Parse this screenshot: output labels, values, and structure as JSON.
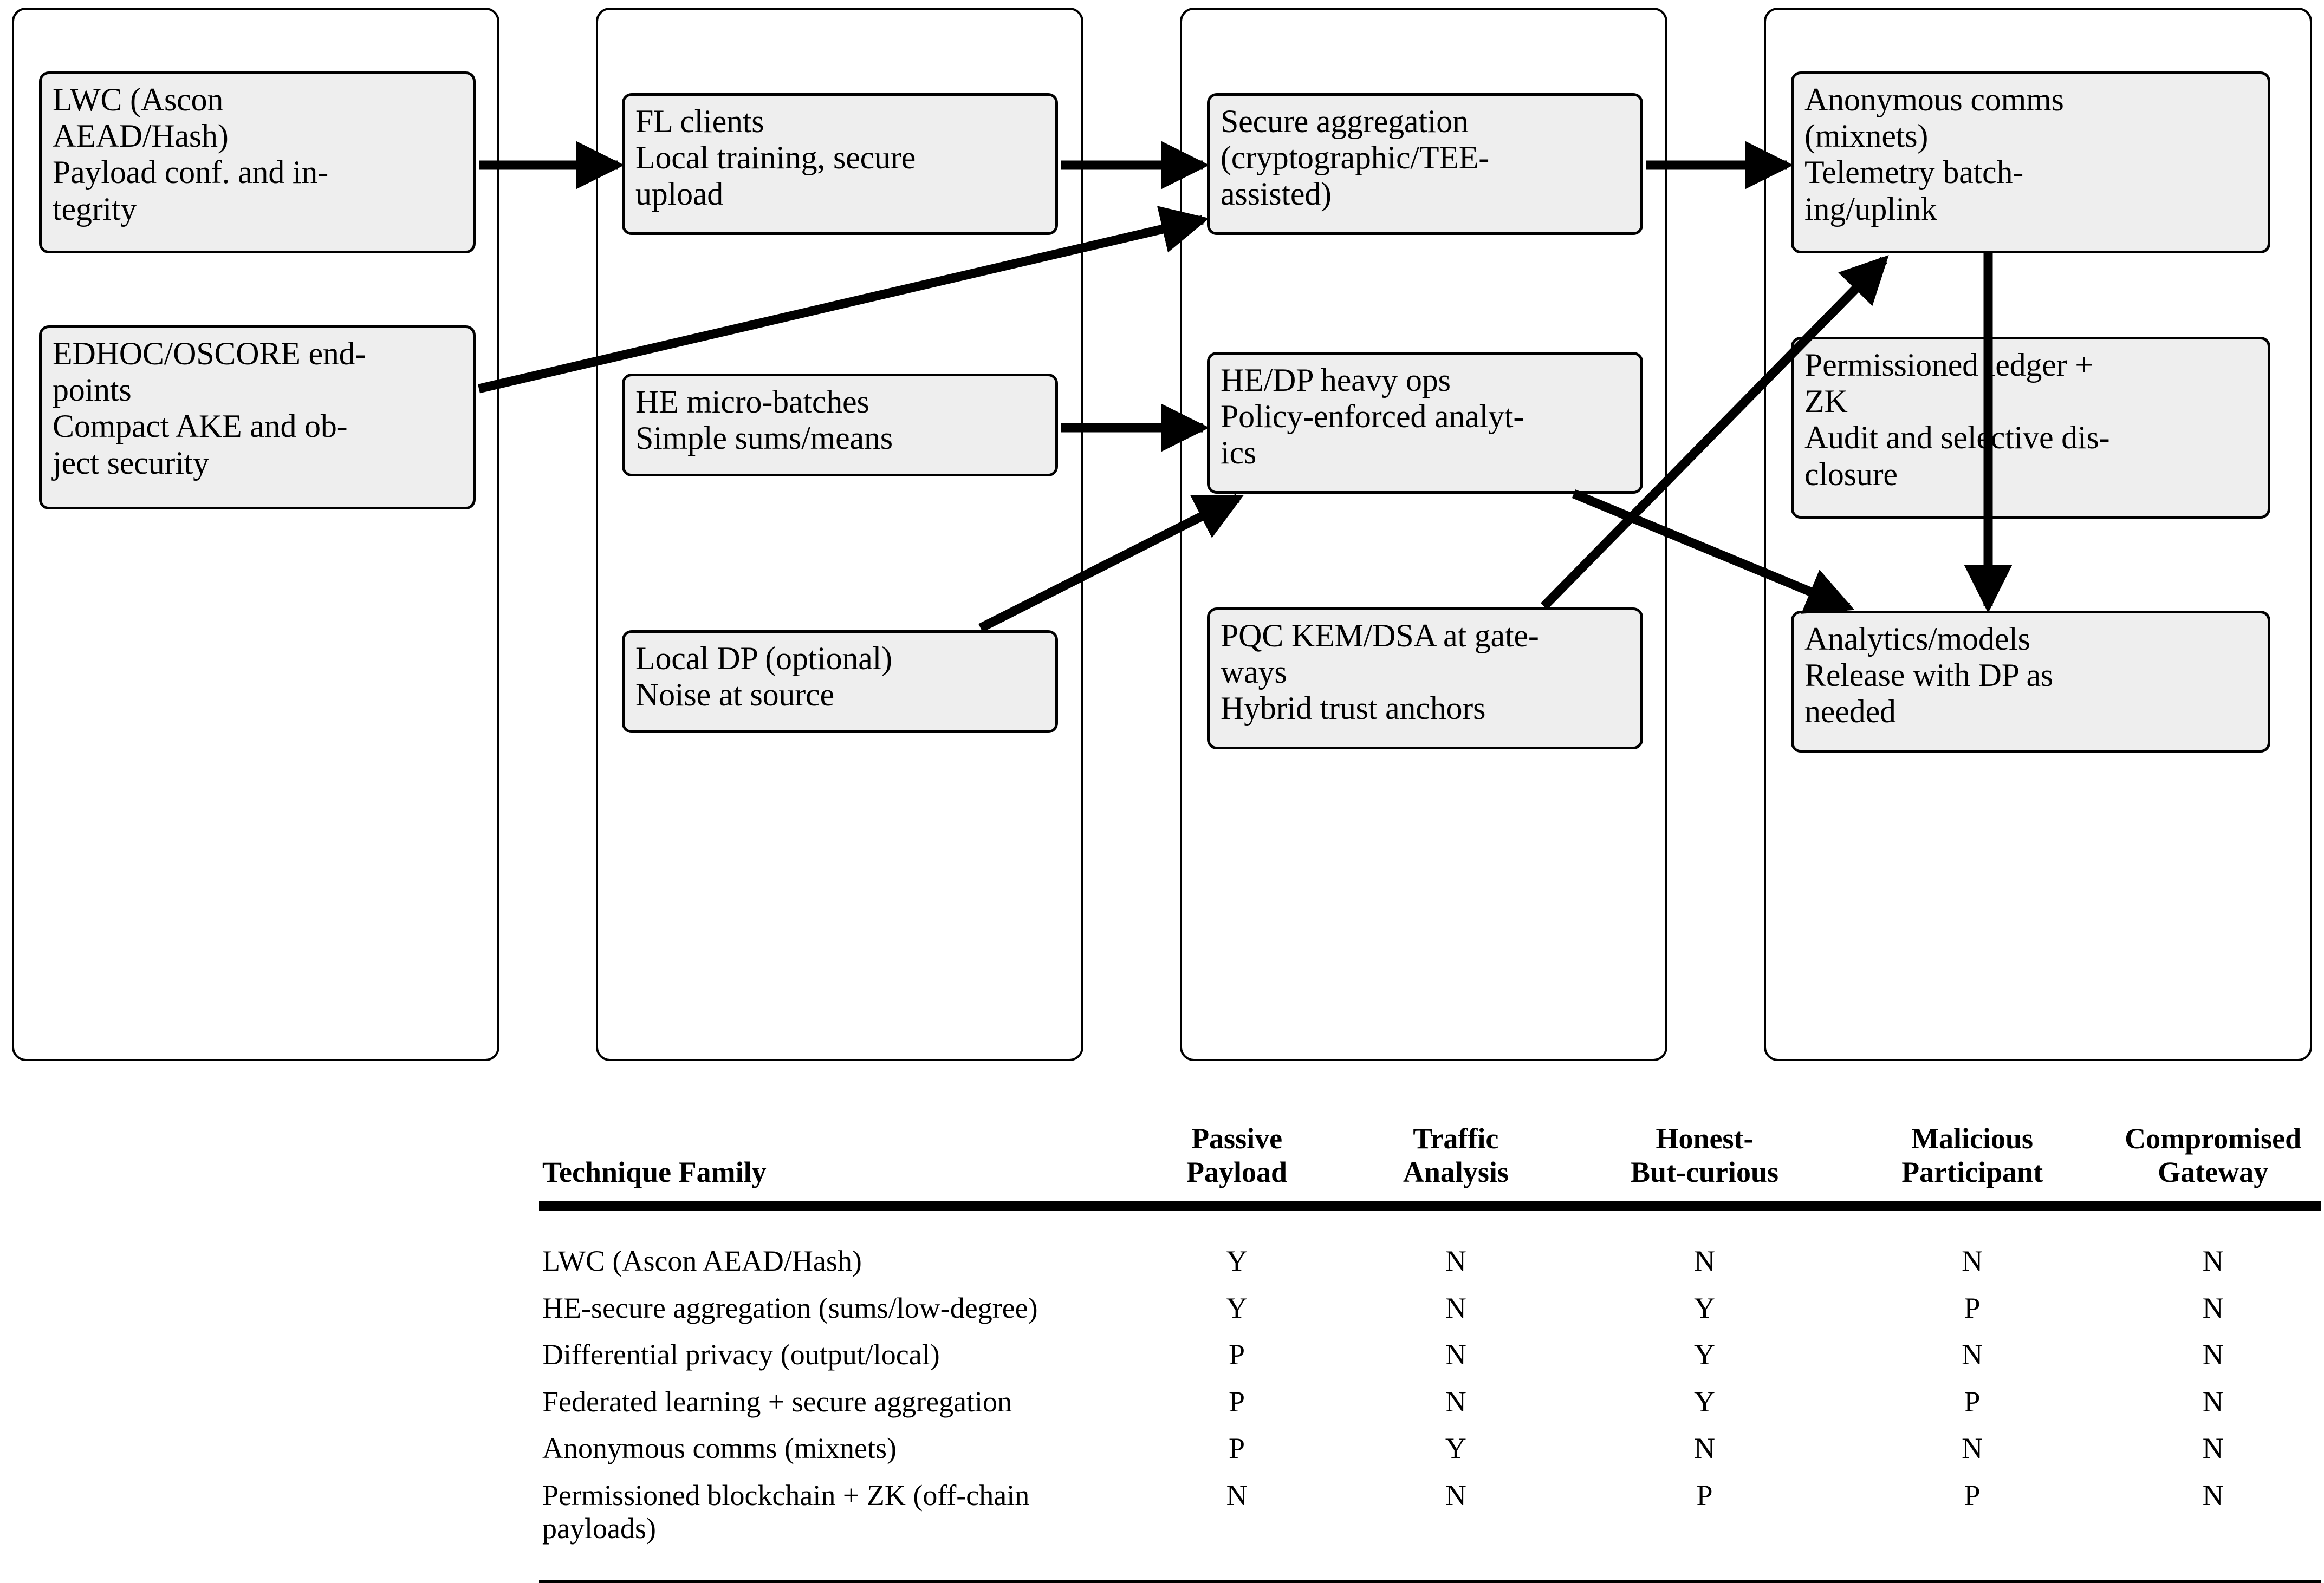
{
  "diagram": {
    "lanes": [
      {
        "name": "lane-1"
      },
      {
        "name": "lane-2"
      },
      {
        "name": "lane-3"
      },
      {
        "name": "lane-4"
      }
    ],
    "nodes": [
      {
        "id": "lwc",
        "lines": [
          "LWC (Ascon",
          "AEAD/Hash)",
          "Payload conf. and in-",
          "tegrity"
        ]
      },
      {
        "id": "edhoc",
        "lines": [
          "EDHOC/OSCORE end-",
          "points",
          "Compact AKE and ob-",
          "ject security"
        ]
      },
      {
        "id": "fl-clients",
        "lines": [
          "FL clients",
          "Local training, secure",
          "upload"
        ]
      },
      {
        "id": "he-micro",
        "lines": [
          "HE micro-batches",
          "Simple sums/means"
        ]
      },
      {
        "id": "local-dp",
        "lines": [
          "Local DP (optional)",
          "Noise at source"
        ]
      },
      {
        "id": "secure-agg",
        "lines": [
          "Secure aggregation",
          "(cryptographic/TEE-",
          "assisted)"
        ]
      },
      {
        "id": "he-dp-heavy",
        "lines": [
          "HE/DP heavy ops",
          "Policy-enforced analyt-",
          "ics"
        ]
      },
      {
        "id": "pqc",
        "lines": [
          "PQC KEM/DSA at gate-",
          "ways",
          "Hybrid trust anchors"
        ]
      },
      {
        "id": "anon-comms",
        "lines": [
          "Anonymous comms",
          "(mixnets)",
          "Telemetry batch-",
          "ing/uplink"
        ]
      },
      {
        "id": "ledger-zk",
        "lines": [
          "Permissioned ledger +",
          "ZK",
          "Audit and selective dis-",
          "closure"
        ]
      },
      {
        "id": "analytics",
        "lines": [
          "Analytics/models",
          "Release with DP as",
          "needed"
        ]
      }
    ],
    "edges": [
      {
        "from": "lwc",
        "to": "fl-clients",
        "style": "straight-horizontal"
      },
      {
        "from": "fl-clients",
        "to": "secure-agg",
        "style": "straight-horizontal"
      },
      {
        "from": "secure-agg",
        "to": "anon-comms",
        "style": "straight-horizontal"
      },
      {
        "from": "edhoc",
        "to": "secure-agg",
        "style": "diagonal-up"
      },
      {
        "from": "he-micro",
        "to": "he-dp-heavy",
        "style": "straight-horizontal"
      },
      {
        "from": "local-dp",
        "to": "he-dp-heavy",
        "style": "diagonal-up"
      },
      {
        "from": "pqc",
        "to": "anon-comms",
        "style": "diagonal-up"
      },
      {
        "from": "he-dp-heavy",
        "to": "analytics",
        "style": "diagonal-down"
      },
      {
        "from": "anon-comms",
        "to": "analytics",
        "style": "straight-vertical"
      }
    ]
  },
  "table": {
    "columns": [
      {
        "key": "family",
        "label": "Technique Family"
      },
      {
        "key": "passive_payload",
        "label": "Passive\nPayload"
      },
      {
        "key": "traffic_analysis",
        "label": "Traffic\nAnalysis"
      },
      {
        "key": "honest_but_curious",
        "label": "Honest-\nBut-curious"
      },
      {
        "key": "malicious_participant",
        "label": "Malicious\nParticipant"
      },
      {
        "key": "compromised_gateway",
        "label": "Compromised\nGateway"
      }
    ],
    "rows": [
      {
        "family": "LWC (Ascon AEAD/Hash)",
        "passive_payload": "Y",
        "traffic_analysis": "N",
        "honest_but_curious": "N",
        "malicious_participant": "N",
        "compromised_gateway": "N"
      },
      {
        "family": "HE-secure aggregation (sums/low-degree)",
        "passive_payload": "Y",
        "traffic_analysis": "N",
        "honest_but_curious": "Y",
        "malicious_participant": "P",
        "compromised_gateway": "N"
      },
      {
        "family": "Differential privacy (output/local)",
        "passive_payload": "P",
        "traffic_analysis": "N",
        "honest_but_curious": "Y",
        "malicious_participant": "N",
        "compromised_gateway": "N"
      },
      {
        "family": "Federated learning + secure aggregation",
        "passive_payload": "P",
        "traffic_analysis": "N",
        "honest_but_curious": "Y",
        "malicious_participant": "P",
        "compromised_gateway": "N"
      },
      {
        "family": "Anonymous comms (mixnets)",
        "passive_payload": "P",
        "traffic_analysis": "Y",
        "honest_but_curious": "N",
        "malicious_participant": "N",
        "compromised_gateway": "N"
      },
      {
        "family": "Permissioned blockchain + ZK (off-chain payloads)",
        "passive_payload": "N",
        "traffic_analysis": "N",
        "honest_but_curious": "P",
        "malicious_participant": "P",
        "compromised_gateway": "N"
      }
    ]
  },
  "colors": {
    "node_fill": "#eeeeee",
    "stroke": "#000000",
    "background": "#ffffff"
  }
}
